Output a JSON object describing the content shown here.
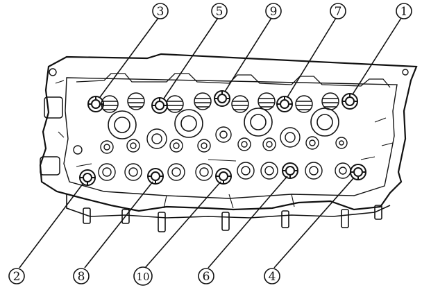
{
  "diagram": {
    "title": "",
    "ink_color": "#111111",
    "paper_color": "#ffffff",
    "callouts": [
      {
        "number": "3",
        "label": "3"
      },
      {
        "number": "5",
        "label": "5"
      },
      {
        "number": "9",
        "label": "9"
      },
      {
        "number": "7",
        "label": "7"
      },
      {
        "number": "1",
        "label": "1"
      },
      {
        "number": "2",
        "label": "2"
      },
      {
        "number": "8",
        "label": "8"
      },
      {
        "number": "10",
        "label": "10"
      },
      {
        "number": "6",
        "label": "6"
      },
      {
        "number": "4",
        "label": "4"
      }
    ]
  }
}
